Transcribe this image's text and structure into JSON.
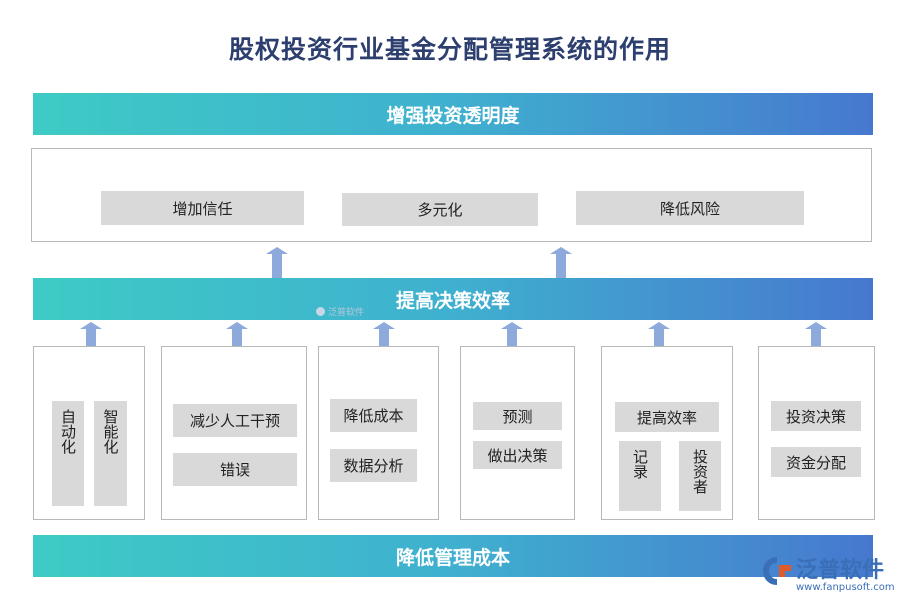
{
  "title": "股权投资行业基金分配管理系统的作用",
  "bands": {
    "top": "增强投资透明度",
    "middle": "提高决策效率",
    "bottom": "降低管理成本"
  },
  "top_items": [
    "增加信任",
    "多元化",
    "降低风险"
  ],
  "columns": [
    {
      "vertical": [
        "自动化",
        "智能化"
      ]
    },
    {
      "items": [
        "减少人工干预",
        "错误"
      ]
    },
    {
      "items": [
        "降低成本",
        "数据分析"
      ]
    },
    {
      "items": [
        "预测",
        "做出决策"
      ]
    },
    {
      "items": [
        "提高效率"
      ],
      "vertical": [
        "记录",
        "投资者"
      ]
    },
    {
      "items": [
        "投资决策",
        "资金分配"
      ]
    }
  ],
  "watermark": "泛普软件",
  "logo": {
    "name": "泛普软件",
    "url": "www.fanpusoft.com"
  },
  "colors": {
    "band_start": "#3ecbc5",
    "band_end": "#4778cf",
    "arrow": "#8eaadc",
    "chip": "#d9d9d9",
    "title": "#2d3f6e"
  }
}
